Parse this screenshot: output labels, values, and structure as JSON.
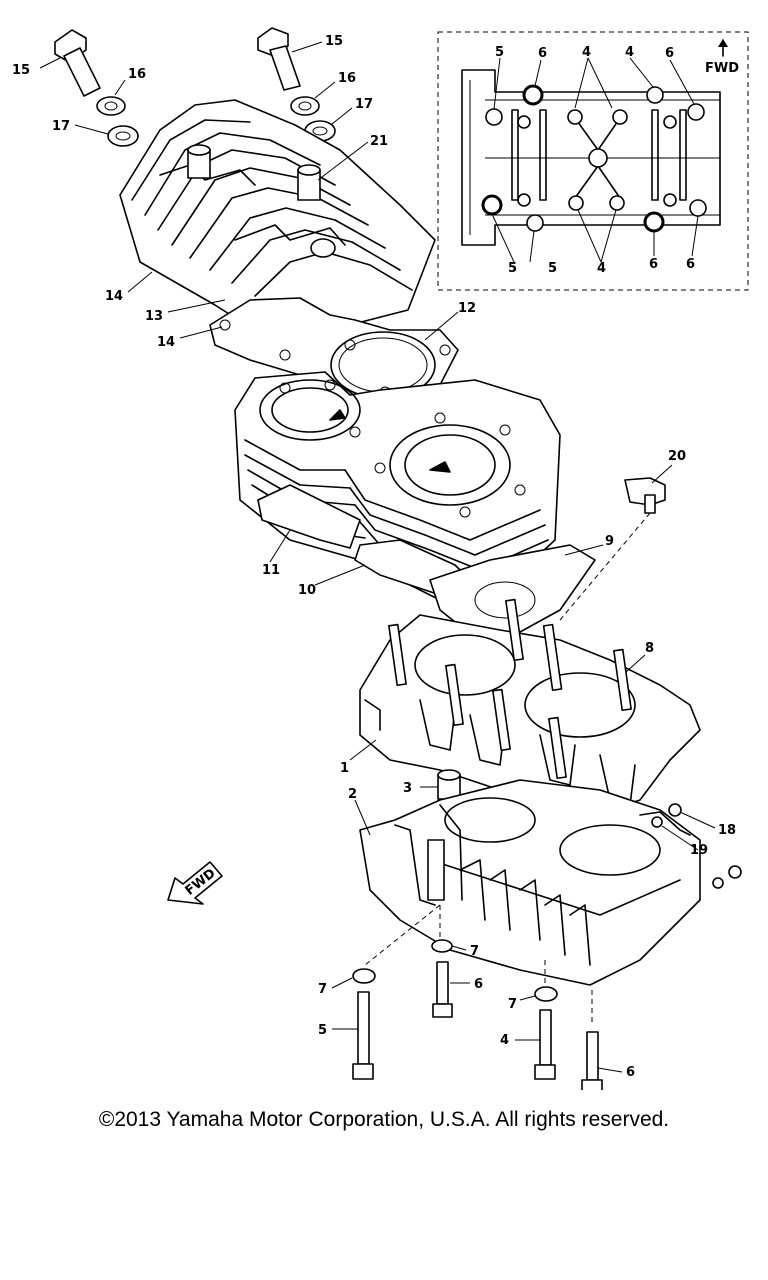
{
  "diagram": {
    "callouts": [
      {
        "id": "c15a",
        "label": "15"
      },
      {
        "id": "c16a",
        "label": "16"
      },
      {
        "id": "c17a",
        "label": "17"
      },
      {
        "id": "c15b",
        "label": "15"
      },
      {
        "id": "c16b",
        "label": "16"
      },
      {
        "id": "c17b",
        "label": "17"
      },
      {
        "id": "c21",
        "label": "21"
      },
      {
        "id": "c14a",
        "label": "14"
      },
      {
        "id": "c13",
        "label": "13"
      },
      {
        "id": "c14b",
        "label": "14"
      },
      {
        "id": "c12",
        "label": "12"
      },
      {
        "id": "c20",
        "label": "20"
      },
      {
        "id": "c11",
        "label": "11"
      },
      {
        "id": "c10",
        "label": "10"
      },
      {
        "id": "c9",
        "label": "9"
      },
      {
        "id": "c8",
        "label": "8"
      },
      {
        "id": "c1",
        "label": "1"
      },
      {
        "id": "c3",
        "label": "3"
      },
      {
        "id": "c2",
        "label": "2"
      },
      {
        "id": "c18",
        "label": "18"
      },
      {
        "id": "c19",
        "label": "19"
      },
      {
        "id": "c7a",
        "label": "7"
      },
      {
        "id": "c7b",
        "label": "7"
      },
      {
        "id": "c7c",
        "label": "7"
      },
      {
        "id": "c6a",
        "label": "6"
      },
      {
        "id": "c5",
        "label": "5"
      },
      {
        "id": "c4",
        "label": "4"
      },
      {
        "id": "c6b",
        "label": "6"
      }
    ],
    "inset": {
      "fwd_label": "FWD",
      "callouts": [
        {
          "id": "i5t",
          "label": "5"
        },
        {
          "id": "i6t1",
          "label": "6"
        },
        {
          "id": "i4t1",
          "label": "4"
        },
        {
          "id": "i4t2",
          "label": "4"
        },
        {
          "id": "i6t2",
          "label": "6"
        },
        {
          "id": "i5b1",
          "label": "5"
        },
        {
          "id": "i5b2",
          "label": "5"
        },
        {
          "id": "i4b",
          "label": "4"
        },
        {
          "id": "i6b1",
          "label": "6"
        },
        {
          "id": "i6b2",
          "label": "6"
        }
      ]
    },
    "fwd_arrow_label": "FWD"
  },
  "copyright": "©2013 Yamaha Motor Corporation, U.S.A. All rights reserved."
}
